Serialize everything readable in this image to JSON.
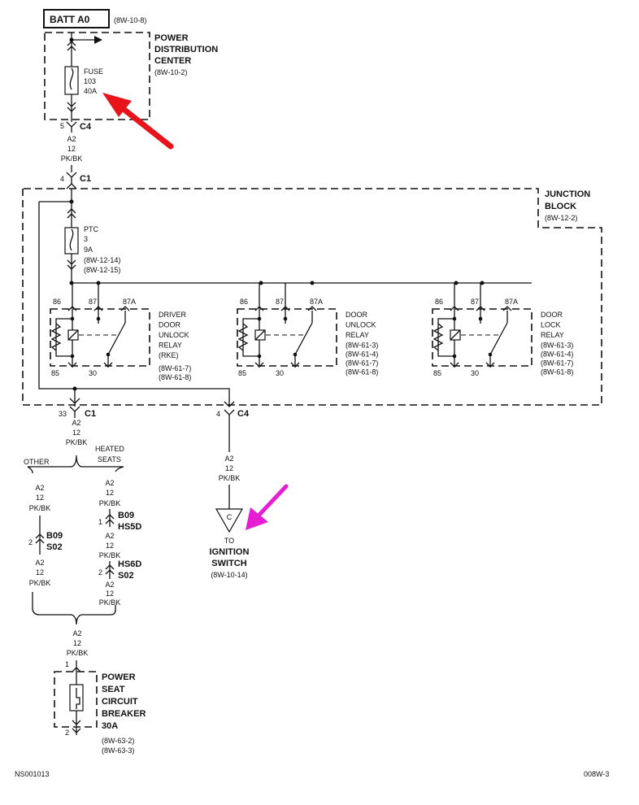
{
  "header": {
    "batt_label": "BATT A0",
    "batt_ref": "(8W-10-8)"
  },
  "pdc": {
    "title_lines": [
      "POWER",
      "DISTRIBUTION",
      "CENTER"
    ],
    "ref": "(8W-10-2)",
    "fuse_lines": [
      "FUSE",
      "103",
      "40A"
    ]
  },
  "c4_top": {
    "pin": "5",
    "name": "C4"
  },
  "wire_top": [
    "A2",
    "12",
    "PK/BK"
  ],
  "c1_top": {
    "pin": "4",
    "name": "C1"
  },
  "junction_block": {
    "title_lines": [
      "JUNCTION",
      "BLOCK"
    ],
    "ref": "(8W-12-2)"
  },
  "ptc": {
    "lines": [
      "PTC",
      "3",
      "9A"
    ],
    "refs": [
      "(8W-12-14)",
      "(8W-12-15)"
    ]
  },
  "relays": [
    {
      "pins": {
        "p86": "86",
        "p87": "87",
        "p87a": "87A",
        "p85": "85",
        "p30": "30"
      },
      "name_lines": [
        "DRIVER",
        "DOOR",
        "UNLOCK",
        "RELAY",
        "(RKE)"
      ],
      "refs": [
        "(8W-61-7)",
        "(8W-61-8)"
      ]
    },
    {
      "pins": {
        "p86": "86",
        "p87": "87",
        "p87a": "87A",
        "p85": "85",
        "p30": "30"
      },
      "name_lines": [
        "DOOR",
        "UNLOCK",
        "RELAY"
      ],
      "refs": [
        "(8W-61-3)",
        "(8W-61-4)",
        "(8W-61-7)",
        "(8W-61-8)"
      ]
    },
    {
      "pins": {
        "p86": "86",
        "p87": "87",
        "p87a": "87A",
        "p85": "85",
        "p30": "30"
      },
      "name_lines": [
        "DOOR",
        "LOCK",
        "RELAY"
      ],
      "refs": [
        "(8W-61-3)",
        "(8W-61-4)",
        "(8W-61-7)",
        "(8W-61-8)"
      ]
    }
  ],
  "c1_bottom": {
    "pin": "33",
    "name": "C1"
  },
  "c4_bottom": {
    "pin": "4",
    "name": "C4"
  },
  "wire_c1_out": [
    "A2",
    "12",
    "PK/BK"
  ],
  "wire_c4_out": [
    "A2",
    "12",
    "PK/BK"
  ],
  "branch": {
    "other": "OTHER",
    "heated_lines": [
      "HEATED",
      "SEATS"
    ]
  },
  "other_branch": {
    "wire1": [
      "A2",
      "12",
      "PK/BK"
    ],
    "conn_pin": "2",
    "conn_lines": [
      "B09",
      "S02"
    ],
    "wire2": [
      "A2",
      "12",
      "PK/BK"
    ]
  },
  "heated_branch": {
    "wire1": [
      "A2",
      "12",
      "PK/BK"
    ],
    "conn1_pin": "1",
    "conn1_lines": [
      "B09",
      "HS5D"
    ],
    "wire2": [
      "A2",
      "12",
      "PK/BK"
    ],
    "conn2_pin": "2",
    "conn2_lines": [
      "HS6D",
      "S02"
    ],
    "wire3": [
      "A2",
      "12",
      "PK/BK"
    ]
  },
  "wire_merged": [
    "A2",
    "12",
    "PK/BK"
  ],
  "ignition": {
    "symbol": "C",
    "to": "TO",
    "name_lines": [
      "IGNITION",
      "SWITCH"
    ],
    "ref": "(8W-10-14)"
  },
  "breaker": {
    "pin_top": "1",
    "pin_bottom": "2",
    "name_lines": [
      "POWER",
      "SEAT",
      "CIRCUIT",
      "BREAKER",
      "30A"
    ],
    "refs": [
      "(8W-63-2)",
      "(8W-63-3)"
    ]
  },
  "footer": {
    "left": "NS001013",
    "right": "008W-3"
  },
  "colors": {
    "arrow_red": "#e8141c",
    "arrow_magenta": "#e51dd3",
    "line": "#111111"
  }
}
